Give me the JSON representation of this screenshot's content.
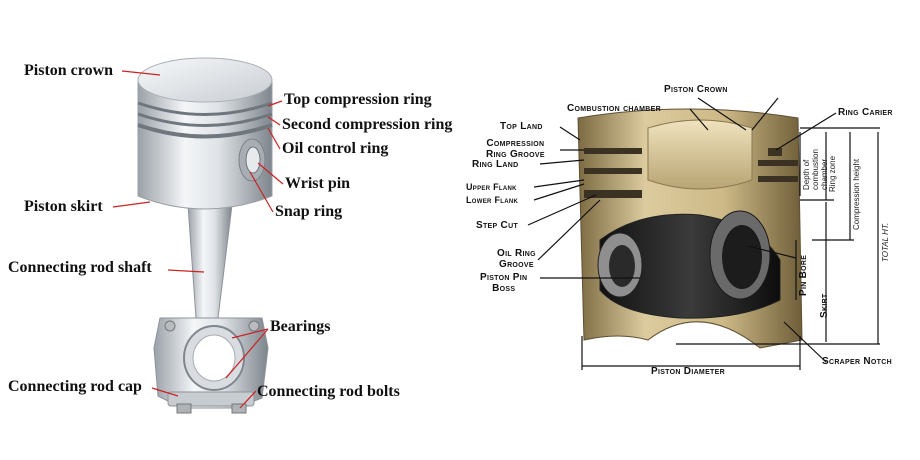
{
  "left_diagram": {
    "labels": {
      "piston_crown": "Piston crown",
      "top_compression_ring": "Top compression ring",
      "second_compression_ring": "Second compression ring",
      "oil_control_ring": "Oil control ring",
      "wrist_pin": "Wrist pin",
      "snap_ring": "Snap ring",
      "piston_skirt": "Piston skirt",
      "connecting_rod_shaft": "Connecting rod shaft",
      "bearings": "Bearings",
      "connecting_rod_cap": "Connecting rod cap",
      "connecting_rod_bolts": "Connecting rod bolts"
    }
  },
  "right_diagram": {
    "labels": {
      "piston_crown": "Piston Crown",
      "combustion_chamber": "Combustion chamber",
      "ring_carier": "Ring Carier",
      "top_land": "Top Land",
      "compression_ring_groove_1": "Compression",
      "compression_ring_groove_2": "Ring Groove",
      "ring_land": "Ring Land",
      "upper_flank": "Upper Flank",
      "lower_flank": "Lower Flank",
      "step_cut": "Step Cut",
      "oil_ring_groove_1": "Oil Ring",
      "oil_ring_groove_2": "Groove",
      "piston_pin_boss_1": "Piston Pin",
      "piston_pin_boss_2": "Boss",
      "pin_bore": "Pin Bore",
      "skirt": "Skirt",
      "piston_diameter": "Piston Diameter",
      "scraper_notch": "Scraper Notch",
      "depth_of_combustion_chamber_1": "Depth of",
      "depth_of_combustion_chamber_2": "combustion",
      "depth_of_combustion_chamber_3": "chamber",
      "ring_zone": "Ring zone",
      "compression_height": "Compression height",
      "total_ht": "TOTAL HT."
    }
  },
  "colors": {
    "leader_left": "#cc2222",
    "leader_right": "#111111",
    "metal_light": "#e9ecef",
    "metal_dark": "#8d949b",
    "bronze_light": "#d9c89a",
    "bronze_dark": "#8a7548"
  }
}
